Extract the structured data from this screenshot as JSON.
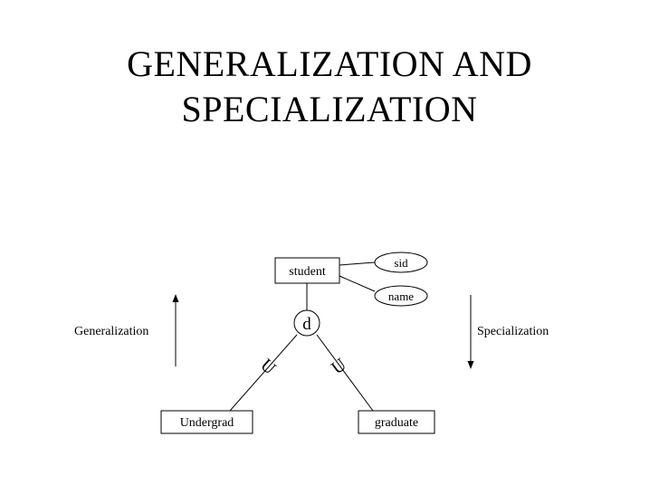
{
  "title": {
    "line1": "GENERALIZATION AND",
    "line2": "SPECIALIZATION"
  },
  "diagram": {
    "superclass": "student",
    "attributes": [
      "sid",
      "name"
    ],
    "disjoint_marker": "d",
    "subset_symbol": "U",
    "subclasses": [
      "Undergrad",
      "graduate"
    ],
    "left_label": "Generalization",
    "right_label": "Specialization",
    "icons": {
      "up_arrow": "arrow-up-icon",
      "down_arrow": "arrow-down-icon"
    }
  }
}
